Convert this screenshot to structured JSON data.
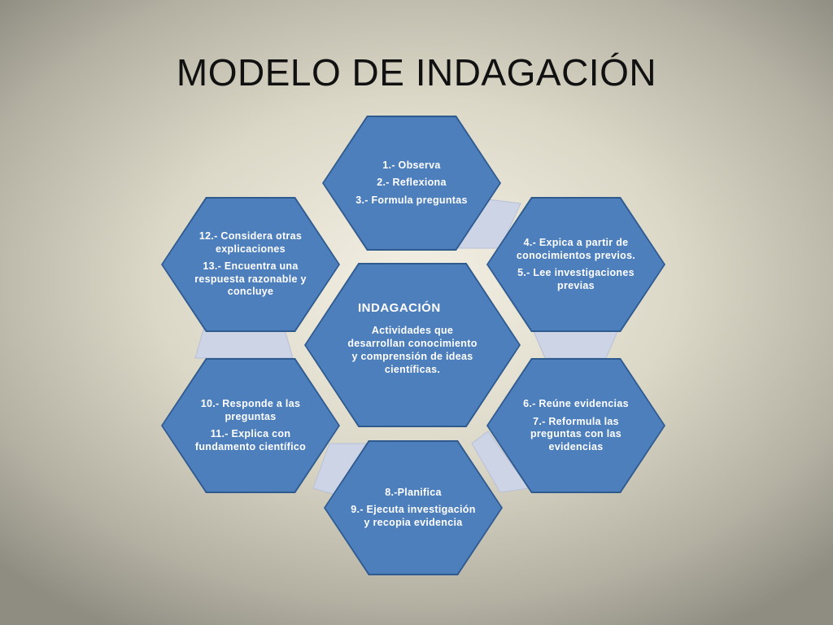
{
  "title": "MODELO DE INDAGACIÓN",
  "center": {
    "heading": "INDAGACIÓN",
    "text": "Actividades que desarrollan conocimiento y comprensión de ideas científicas."
  },
  "steps": [
    {
      "lines": [
        "1.- Observa",
        "2.- Reflexiona",
        "3.- Formula preguntas"
      ]
    },
    {
      "lines": [
        "4.- Expica a partir de conocimientos previos.",
        "5.- Lee investigaciones previas"
      ]
    },
    {
      "lines": [
        "6.- Reúne evidencias",
        "7.- Reformula las preguntas con las evidencias"
      ]
    },
    {
      "lines": [
        "8.-Planifica",
        "9.- Ejecuta investigación y recopia evidencia"
      ]
    },
    {
      "lines": [
        "10.- Responde a las preguntas",
        "11.- Explica con fundamento científico"
      ]
    },
    {
      "lines": [
        "12.- Considera otras explicaciones",
        "13.- Encuentra una respuesta razonable y concluye"
      ]
    }
  ],
  "colors": {
    "hex_fill": "#4e7fbd",
    "hex_border": "#2f5a8e",
    "connector": "#cdd4e6"
  }
}
